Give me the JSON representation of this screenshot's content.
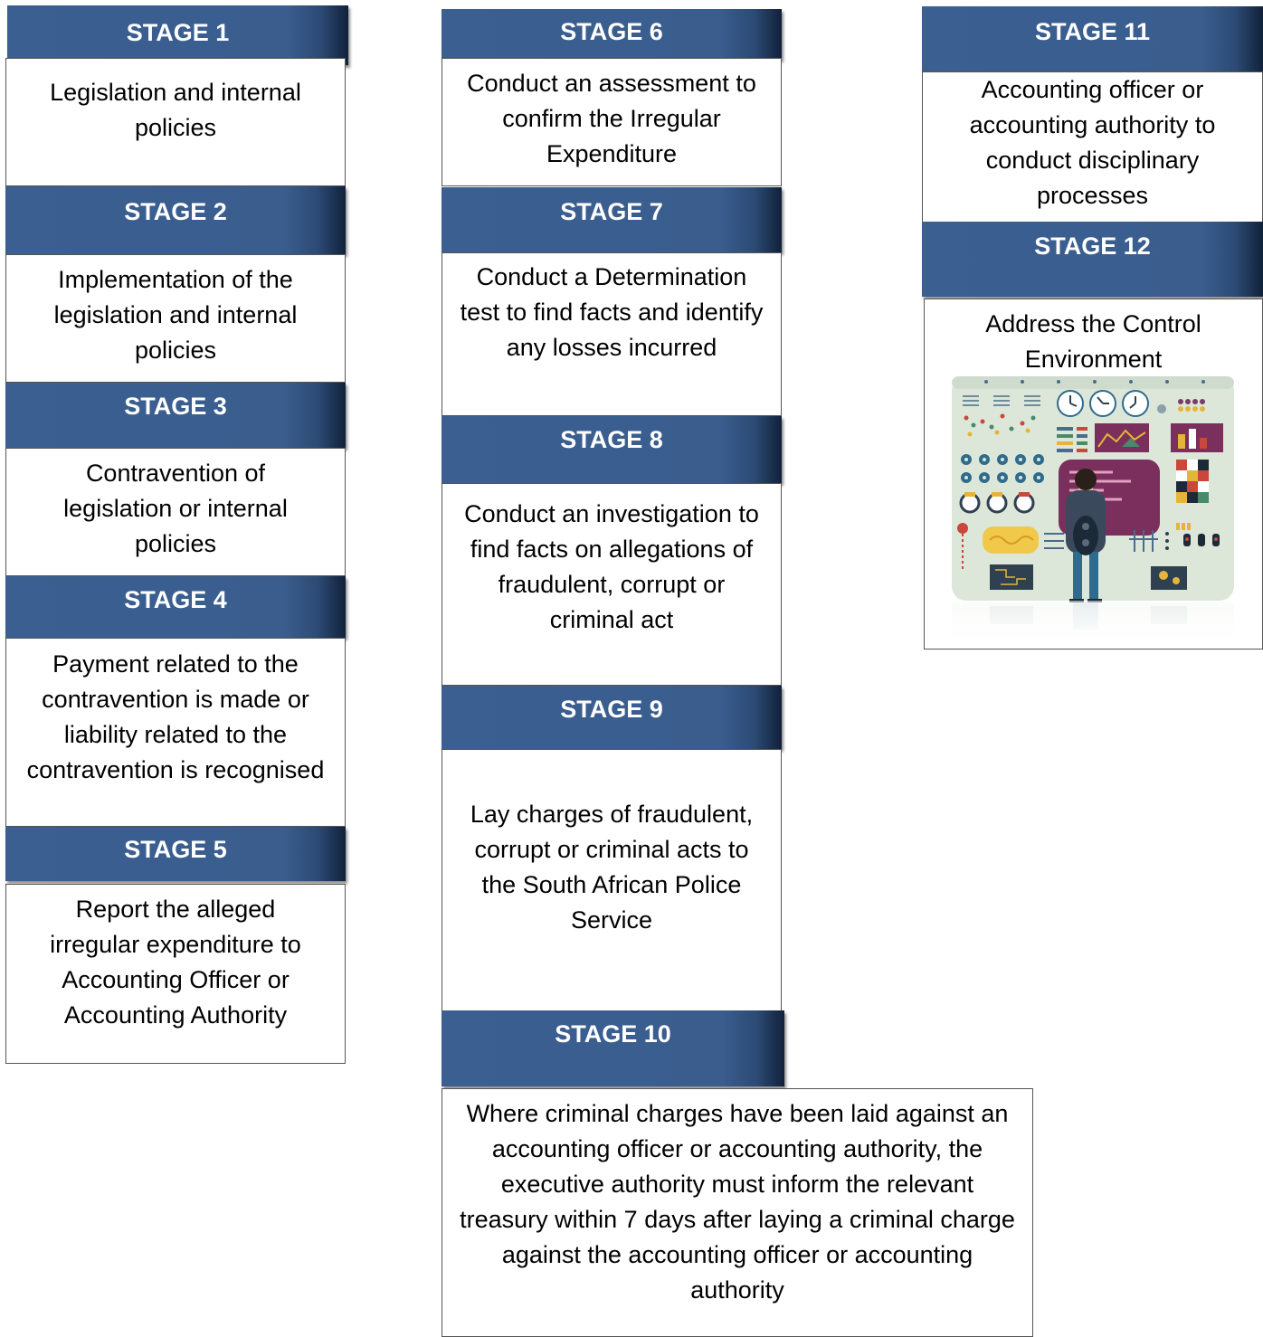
{
  "stages": [
    {
      "label": "STAGE 1",
      "text": "Legislation and internal policies"
    },
    {
      "label": "STAGE 2",
      "text": "Implementation of the legislation and internal policies"
    },
    {
      "label": "STAGE 3",
      "text": "Contravention of legislation or internal policies"
    },
    {
      "label": "STAGE 4",
      "text": "Payment related to the contravention is made or liability related to the contravention is recognised"
    },
    {
      "label": "STAGE 5",
      "text": "Report the alleged irregular expenditure to Accounting Officer or Accounting Authority"
    },
    {
      "label": "STAGE 6",
      "text": "Conduct an assessment to confirm the Irregular Expenditure"
    },
    {
      "label": "STAGE 7",
      "text": "Conduct a Determination test to find facts and identify any losses incurred"
    },
    {
      "label": "STAGE 8",
      "text": "Conduct an investigation to find facts on allegations of fraudulent, corrupt or criminal act"
    },
    {
      "label": "STAGE 9",
      "text": "Lay charges of fraudulent, corrupt or criminal acts to the South African Police Service"
    },
    {
      "label": "STAGE 10",
      "text": "Where criminal charges have been laid against an accounting officer or accounting authority, the executive authority must inform the relevant treasury within 7 days after laying a criminal charge against the accounting officer or accounting authority"
    },
    {
      "label": "STAGE 11",
      "text": "Accounting officer or accounting authority to conduct disciplinary processes"
    },
    {
      "label": "STAGE 12",
      "text": "Address the Control Environment"
    }
  ],
  "colors": {
    "header": "#3a5d8e",
    "header_text": "#ffffff",
    "border": "#555555"
  },
  "illustration": {
    "icon": "control-panel-illustration"
  }
}
